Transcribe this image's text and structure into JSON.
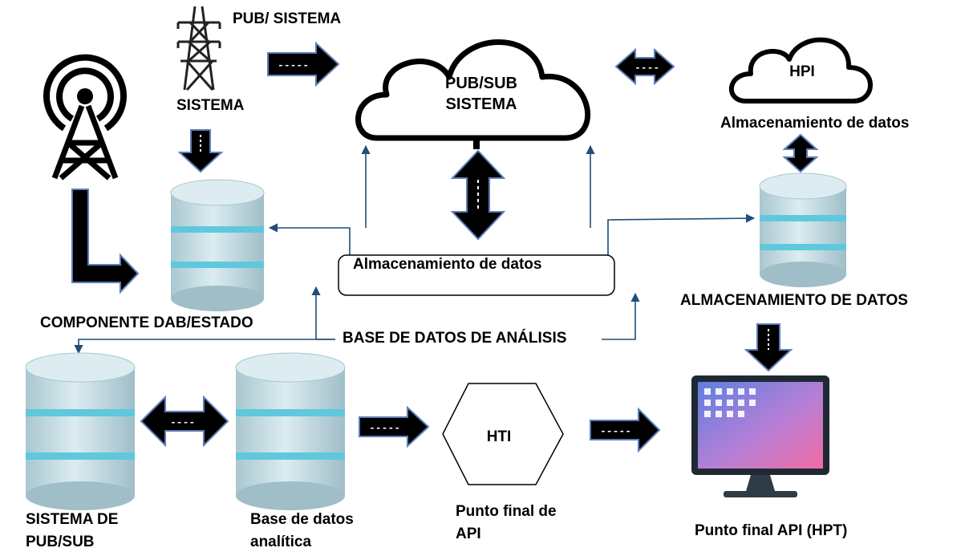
{
  "labels": {
    "pub_sistema": "PUB/ SISTEMA",
    "sistema": "SISTEMA",
    "pubsub_cloud_line1": "PUB/SUB",
    "pubsub_cloud_line2": "SISTEMA",
    "hpi": "HPI",
    "almacenamiento_hpi": "Almacenamiento de datos",
    "almacenamiento_center": "Almacenamiento de datos",
    "componente_dab": "COMPONENTE DAB/ESTADO",
    "almacenamiento_datos_caps": "ALMACENAMIENTO DE DATOS",
    "base_analisis": "BASE DE DATOS DE ANÁLISIS",
    "sistema_pubsub_line1": "SISTEMA DE",
    "sistema_pubsub_line2": "PUB/SUB",
    "base_analitica_line1": "Base de datos",
    "base_analitica_line2": "analítica",
    "hti": "HTI",
    "punto_api_line1": "Punto final de",
    "punto_api_line2": "API",
    "punto_hpt": "Punto final API (HPT)"
  },
  "arrow_marker": "-----",
  "arrow_marker_short": "----",
  "icons": [
    "transmission-tower-icon",
    "signal-tower-icon",
    "cloud-icon",
    "database-icon",
    "monitor-icon",
    "hexagon-node"
  ],
  "colors": {
    "arrow_fill": "#000000",
    "connector_line": "#1f4e79",
    "db_body": "#c9dfe6",
    "db_ring": "#5fc8dc",
    "screen_gradient_start": "#6a8de6",
    "screen_gradient_end": "#f06aa6"
  }
}
